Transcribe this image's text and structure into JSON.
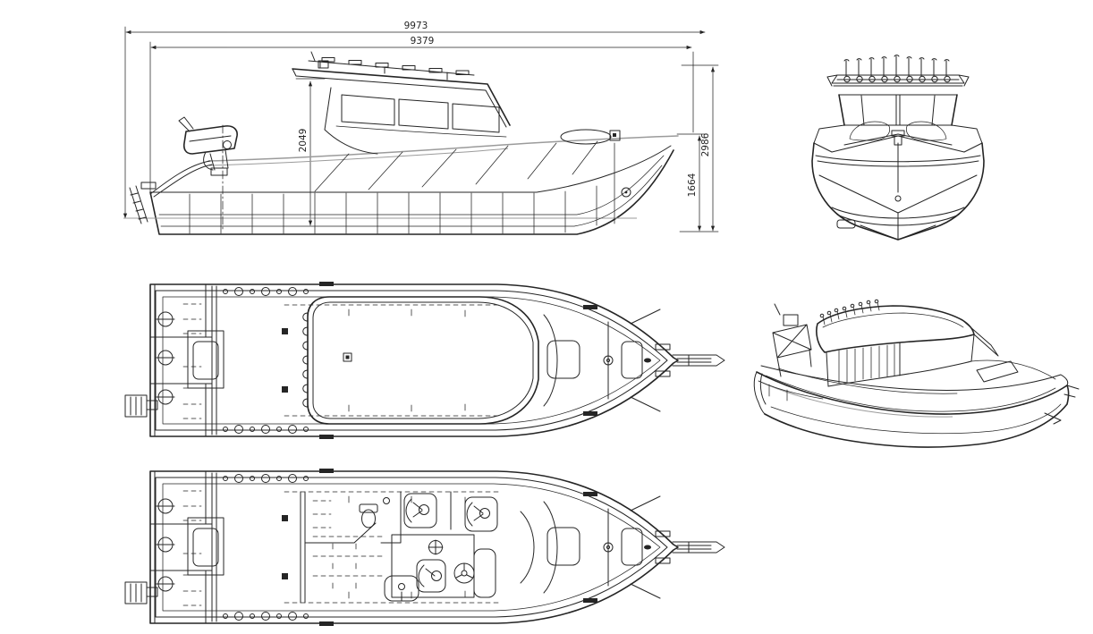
{
  "drawing": {
    "background_color": "#ffffff",
    "line_color": "#252525",
    "accent_line_color": "#9b9b9b",
    "dimensions": {
      "overall_length": "9973",
      "hull_length": "9379",
      "deckhouse_height": "2049",
      "overall_height": "2986",
      "bow_depth": "1664"
    }
  }
}
